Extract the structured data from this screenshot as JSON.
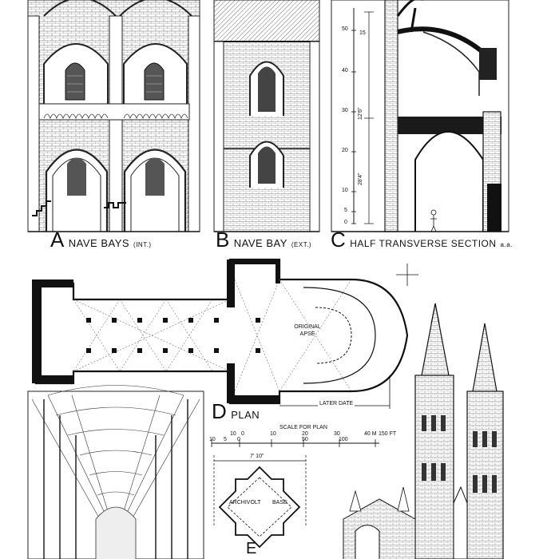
{
  "panels": {
    "a": {
      "letter": "A",
      "title": "NAVE BAYS",
      "note": "(INT.)"
    },
    "b": {
      "letter": "B",
      "title": "NAVE BAY",
      "note": "(EXT.)"
    },
    "c": {
      "letter": "C",
      "title": "HALF TRANSVERSE SECTION",
      "note": "a.a."
    },
    "d": {
      "letter": "D",
      "title": "PLAN"
    },
    "e": {
      "letter": "E"
    }
  },
  "section_scale": {
    "ticks": [
      "50",
      "40",
      "30",
      "20",
      "10",
      "5",
      "0"
    ],
    "dims": [
      "15",
      "12'6\"",
      "28'4\""
    ]
  },
  "plan_labels": {
    "original_apse": "ORIGINAL APSE",
    "later_date": "LATER DATE",
    "scale_title": "SCALE FOR PLAN",
    "scale_m": [
      "10",
      "0",
      "10",
      "20",
      "30",
      "40 M"
    ],
    "scale_ft": [
      "10",
      "5",
      "0",
      "50",
      "100",
      "150 FT"
    ]
  },
  "detail_labels": {
    "width": "7' 10\"",
    "archivolt": "ARCHIVOLT",
    "base": "BASE"
  }
}
